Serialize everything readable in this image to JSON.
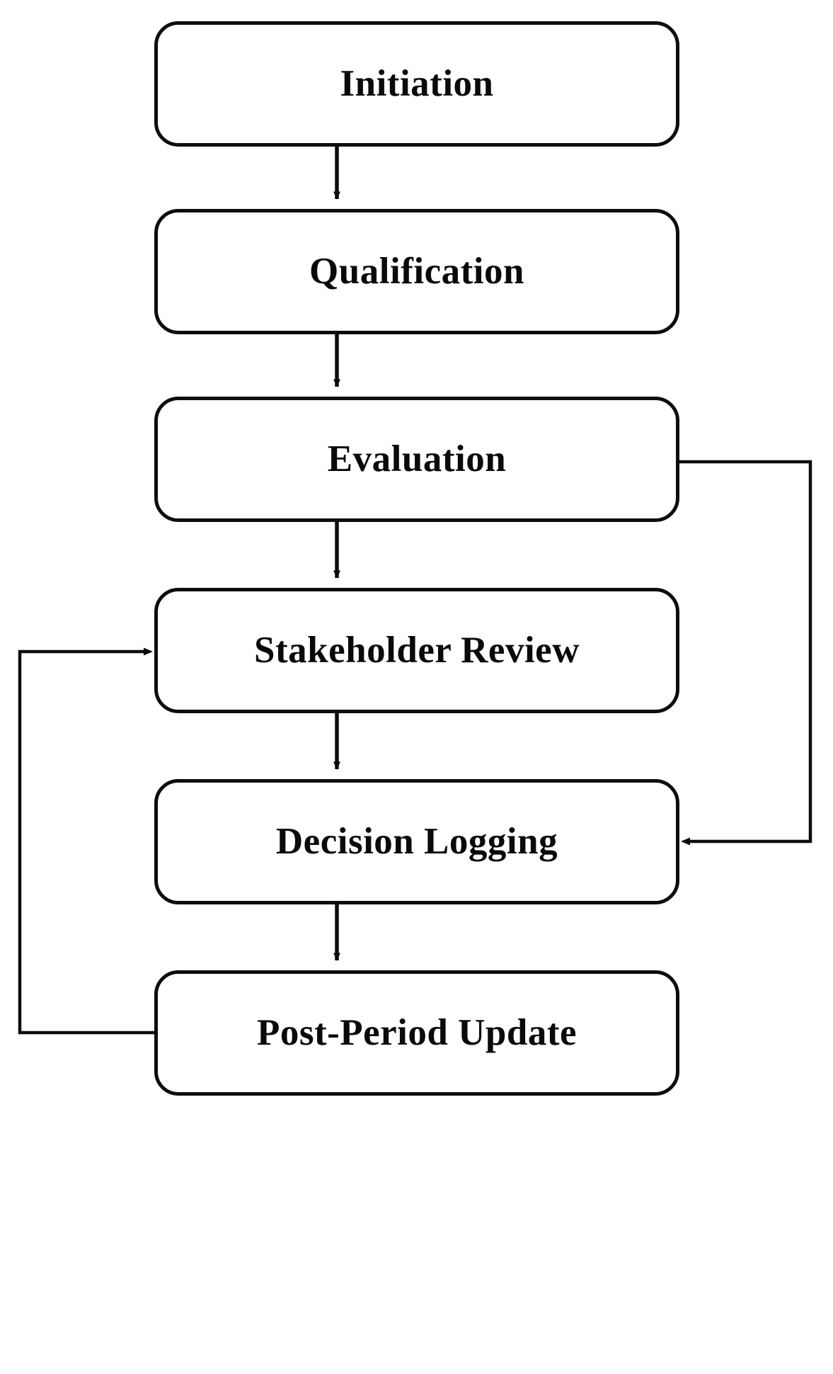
{
  "diagram": {
    "type": "flowchart",
    "orientation": "vertical",
    "background_color": "#ffffff",
    "stroke_color": "#0d0d0d",
    "text_color": "#0a0a0a",
    "nodes": [
      {
        "id": "initiation",
        "label": "Initiation",
        "shape": "rounded-rectangle",
        "order": 1
      },
      {
        "id": "qualification",
        "label": "Qualification",
        "shape": "rounded-rectangle",
        "order": 2
      },
      {
        "id": "evaluation",
        "label": "Evaluation",
        "shape": "rounded-rectangle",
        "order": 3
      },
      {
        "id": "stakeholder-review",
        "label": "Stakeholder Review",
        "shape": "rounded-rectangle",
        "order": 4
      },
      {
        "id": "decision-logging",
        "label": "Decision Logging",
        "shape": "rounded-rectangle",
        "order": 5
      },
      {
        "id": "post-period-update",
        "label": "Post-Period Update",
        "shape": "rounded-rectangle",
        "order": 6
      }
    ],
    "edges": [
      {
        "id": "e1",
        "from": "initiation",
        "to": "qualification",
        "style": "straight-down",
        "arrowhead": "down",
        "label": ""
      },
      {
        "id": "e2",
        "from": "qualification",
        "to": "evaluation",
        "style": "straight-down",
        "arrowhead": "down",
        "label": ""
      },
      {
        "id": "e3",
        "from": "evaluation",
        "to": "stakeholder-review",
        "style": "straight-down",
        "arrowhead": "down",
        "label": ""
      },
      {
        "id": "e4",
        "from": "stakeholder-review",
        "to": "decision-logging",
        "style": "straight-down",
        "arrowhead": "down",
        "label": ""
      },
      {
        "id": "e5",
        "from": "decision-logging",
        "to": "post-period-update",
        "style": "straight-down",
        "arrowhead": "down",
        "label": ""
      },
      {
        "id": "e6",
        "from": "evaluation",
        "to": "decision-logging",
        "style": "right-bypass-loop",
        "arrowhead": "left",
        "label": ""
      },
      {
        "id": "e7",
        "from": "post-period-update",
        "to": "stakeholder-review",
        "style": "left-feedback-loop",
        "arrowhead": "right",
        "label": ""
      }
    ]
  }
}
